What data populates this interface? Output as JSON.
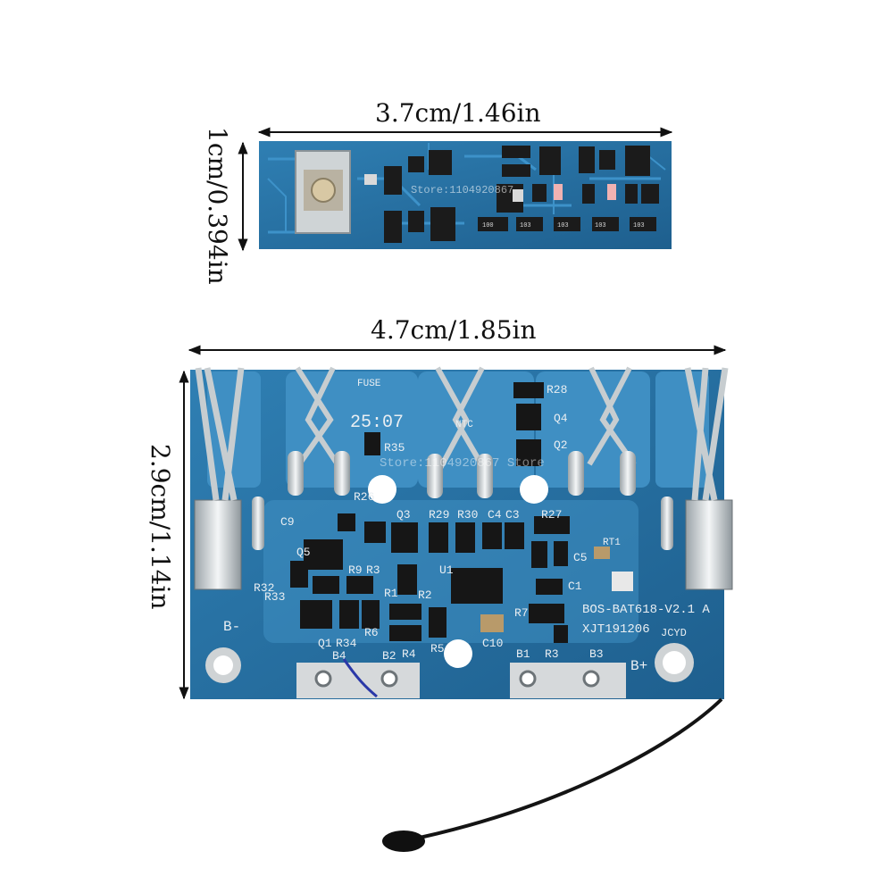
{
  "small_board": {
    "width_label": "3.7cm/1.46in",
    "height_label": "1cm/0.394in",
    "watermark": "Store:1104920867"
  },
  "large_board": {
    "width_label": "4.7cm/1.85in",
    "height_label": "2.9cm/1.14in",
    "model": "BOS-BAT618-V2.1 A",
    "serial": "XJT191206",
    "maker": "JCYD",
    "date_code": "25:07",
    "fuse_label": "FUSE",
    "ntc_label": "NTC",
    "watermark": "Store:1104920867 Store",
    "pads": {
      "b_minus": "B-",
      "b_plus": "B+",
      "b1": "B1",
      "b2": "B2",
      "b3": "B3",
      "b4": "B4"
    },
    "refs": {
      "r28": "R28",
      "q4": "Q4",
      "q2": "Q2",
      "r35": "R35",
      "r26": "R26",
      "c9": "C9",
      "q3": "Q3",
      "r29": "R29",
      "r30": "R30",
      "c4": "C4",
      "c3": "C3",
      "r27": "R27",
      "rt1": "RT1",
      "c5": "C5",
      "q5": "Q5",
      "r9": "R9",
      "r3": "R3",
      "u1": "U1",
      "r1": "R1",
      "r33": "R33",
      "r32": "R32",
      "r2": "R2",
      "c1": "C1",
      "r7": "R7",
      "q1": "Q1",
      "r34": "R34",
      "r6": "R6",
      "r4": "R4",
      "r5": "R5",
      "c10": "C10",
      "r3b": "R3"
    }
  }
}
